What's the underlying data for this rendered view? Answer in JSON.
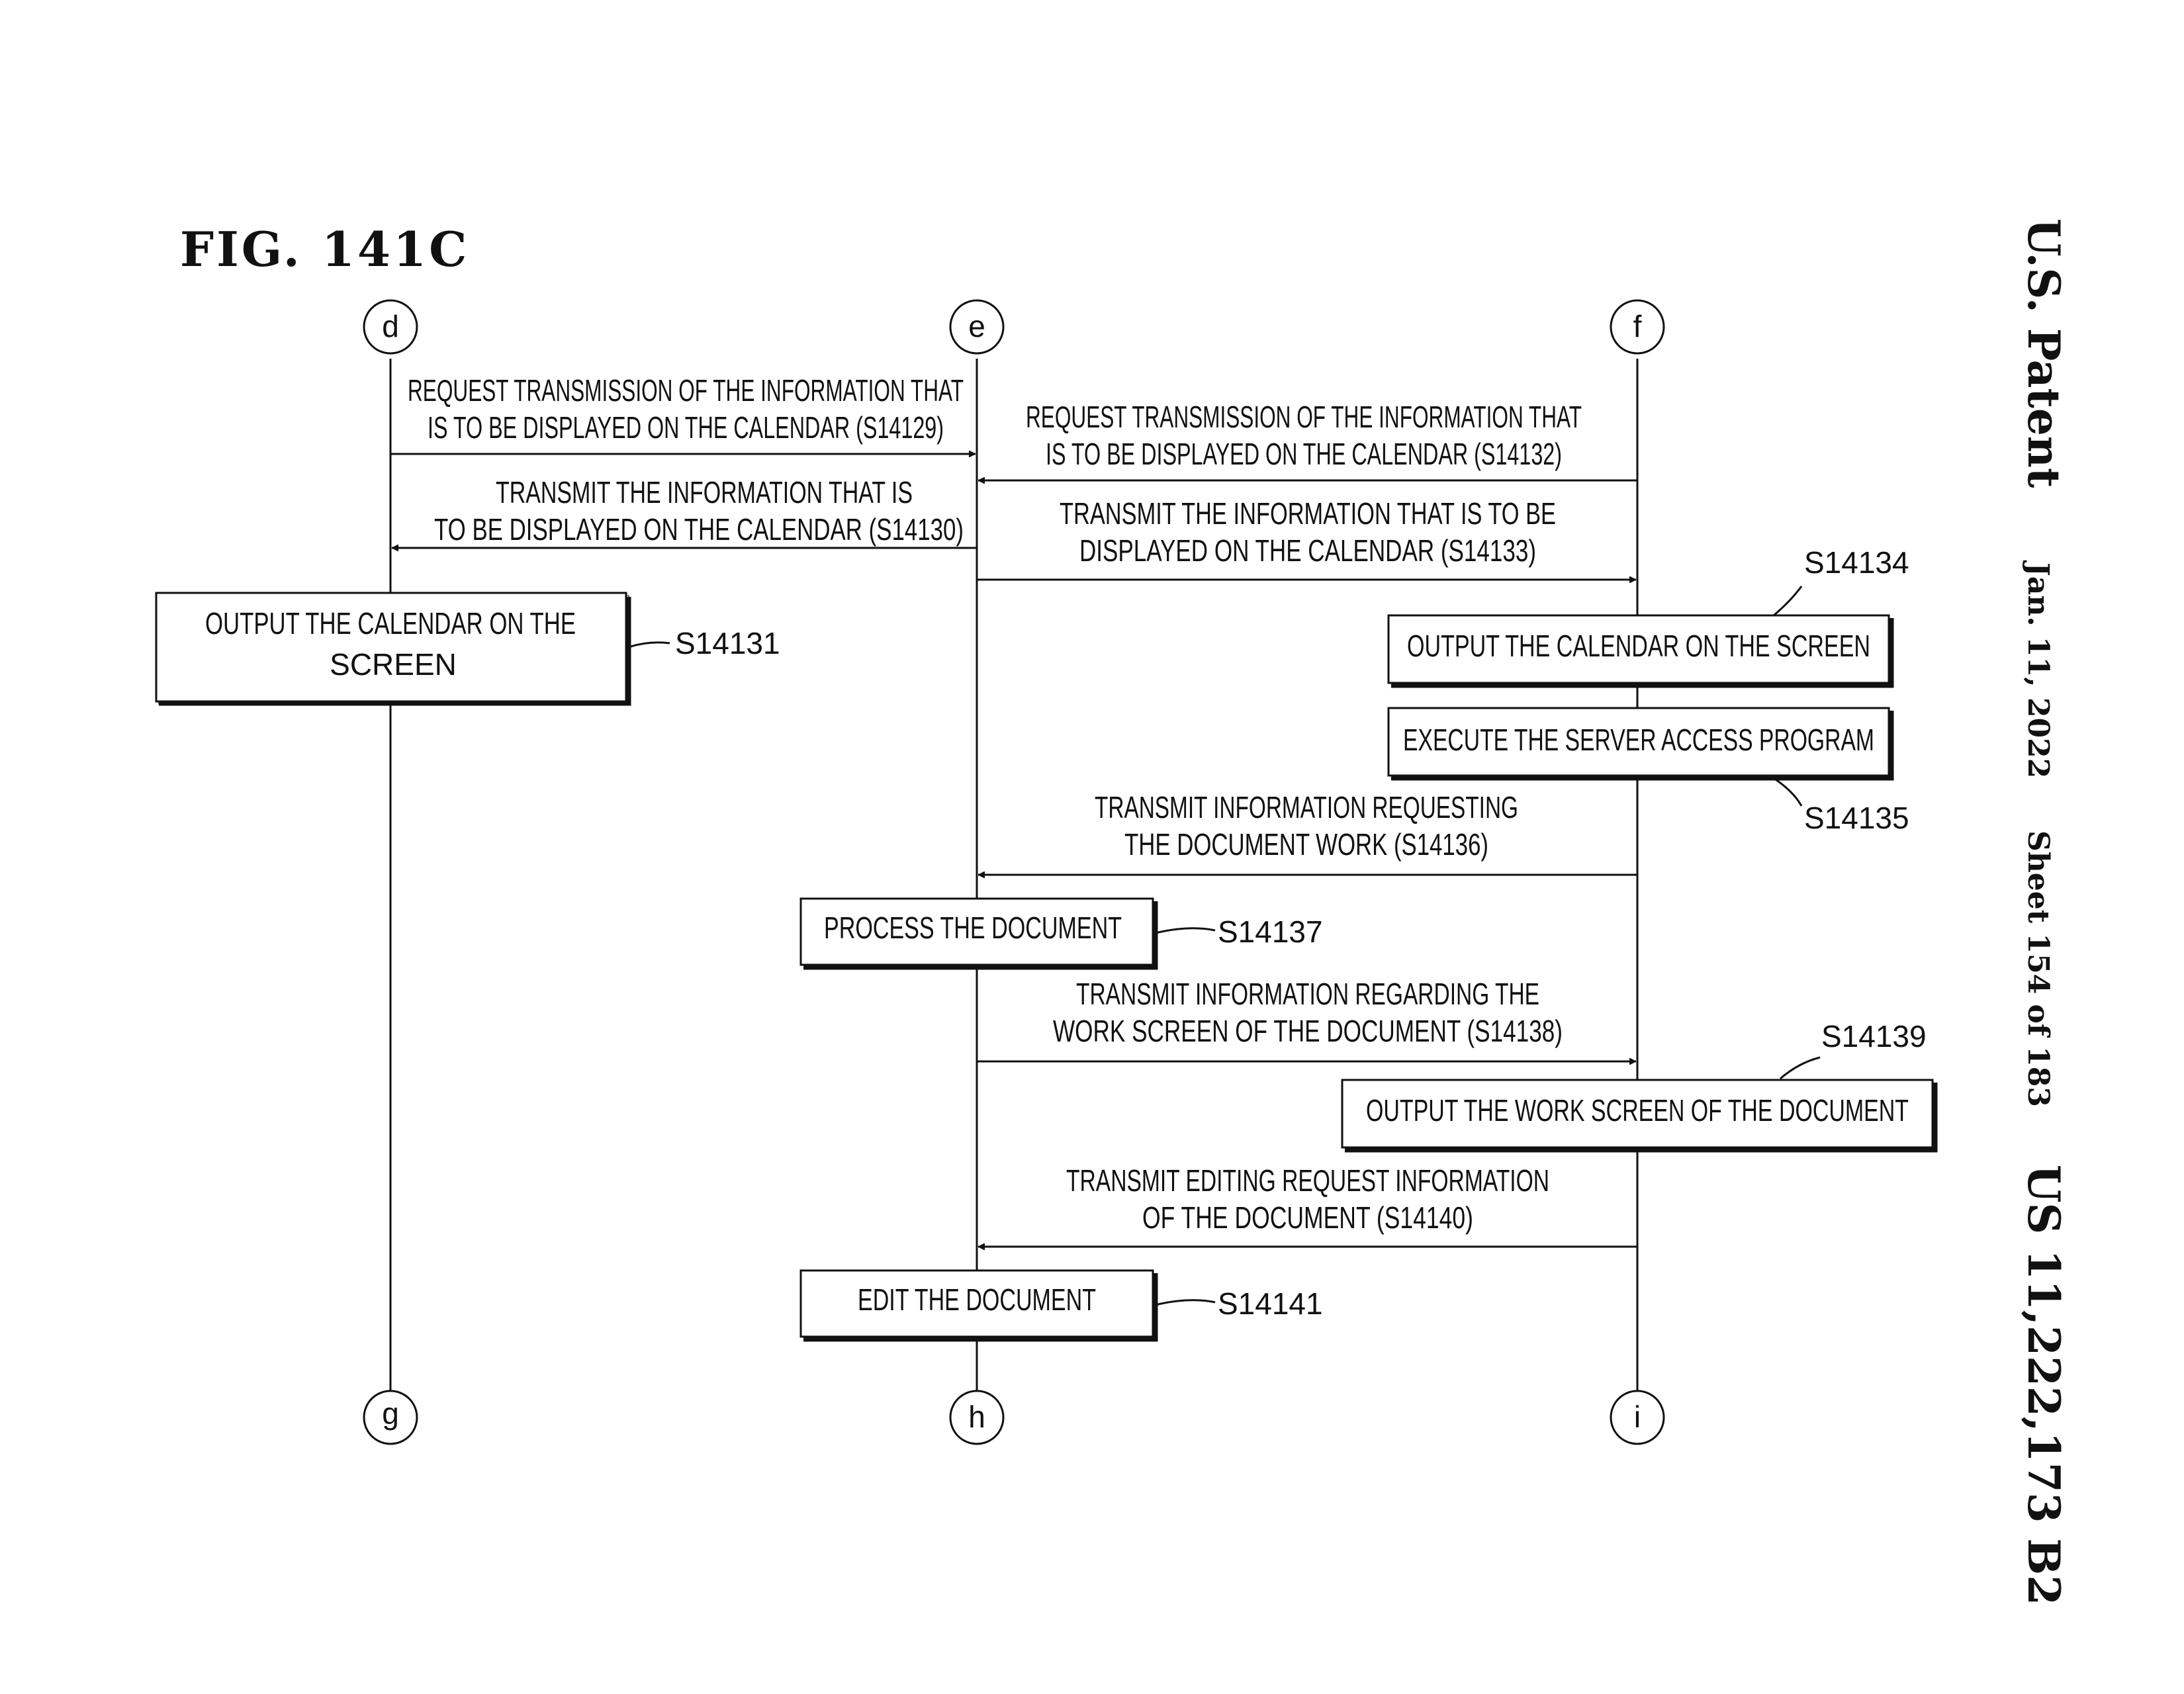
{
  "header": {
    "patent": "U.S. Patent",
    "date": "Jan. 11, 2022",
    "sheet": "Sheet 154 of 183",
    "number": "US 11,222,173 B2"
  },
  "figure": {
    "title": "FIG. 141C"
  },
  "connectors": {
    "top": [
      "d",
      "e",
      "f"
    ],
    "bottom": [
      "g",
      "h",
      "i"
    ]
  },
  "messages": [
    {
      "id": "S14129",
      "from": "d",
      "to": "e",
      "lines": [
        "REQUEST TRANSMISSION OF THE INFORMATION THAT",
        "IS TO BE DISPLAYED ON THE CALENDAR (S14129)"
      ]
    },
    {
      "id": "S14132",
      "from": "f",
      "to": "e",
      "lines": [
        "REQUEST TRANSMISSION OF THE INFORMATION THAT",
        "IS TO BE DISPLAYED ON THE CALENDAR (S14132)"
      ]
    },
    {
      "id": "S14130",
      "from": "e",
      "to": "d",
      "lines": [
        "TRANSMIT THE INFORMATION THAT IS",
        "TO BE DISPLAYED ON THE CALENDAR (S14130)"
      ]
    },
    {
      "id": "S14133",
      "from": "e",
      "to": "f",
      "lines": [
        "TRANSMIT THE INFORMATION THAT IS TO BE",
        "DISPLAYED ON THE CALENDAR (S14133)"
      ]
    },
    {
      "id": "S14136",
      "from": "f",
      "to": "e",
      "lines": [
        "TRANSMIT INFORMATION REQUESTING",
        "THE DOCUMENT WORK (S14136)"
      ]
    },
    {
      "id": "S14138",
      "from": "e",
      "to": "f",
      "lines": [
        "TRANSMIT INFORMATION REGARDING THE",
        "WORK SCREEN OF THE DOCUMENT  (S14138)"
      ]
    },
    {
      "id": "S14140",
      "from": "f",
      "to": "e",
      "lines": [
        "TRANSMIT EDITING REQUEST INFORMATION",
        "OF THE DOCUMENT  (S14140)"
      ]
    }
  ],
  "boxes": [
    {
      "step": "S14131",
      "lines": [
        "OUTPUT THE CALENDAR ON THE",
        "SCREEN"
      ]
    },
    {
      "step": "S14134",
      "lines": [
        "OUTPUT THE CALENDAR ON THE SCREEN"
      ]
    },
    {
      "step": "S14135",
      "lines": [
        "EXECUTE THE SERVER ACCESS PROGRAM"
      ]
    },
    {
      "step": "S14137",
      "lines": [
        "PROCESS THE DOCUMENT"
      ]
    },
    {
      "step": "S14139",
      "lines": [
        "OUTPUT THE WORK SCREEN OF THE DOCUMENT"
      ]
    },
    {
      "step": "S14141",
      "lines": [
        "EDIT THE DOCUMENT"
      ]
    }
  ]
}
